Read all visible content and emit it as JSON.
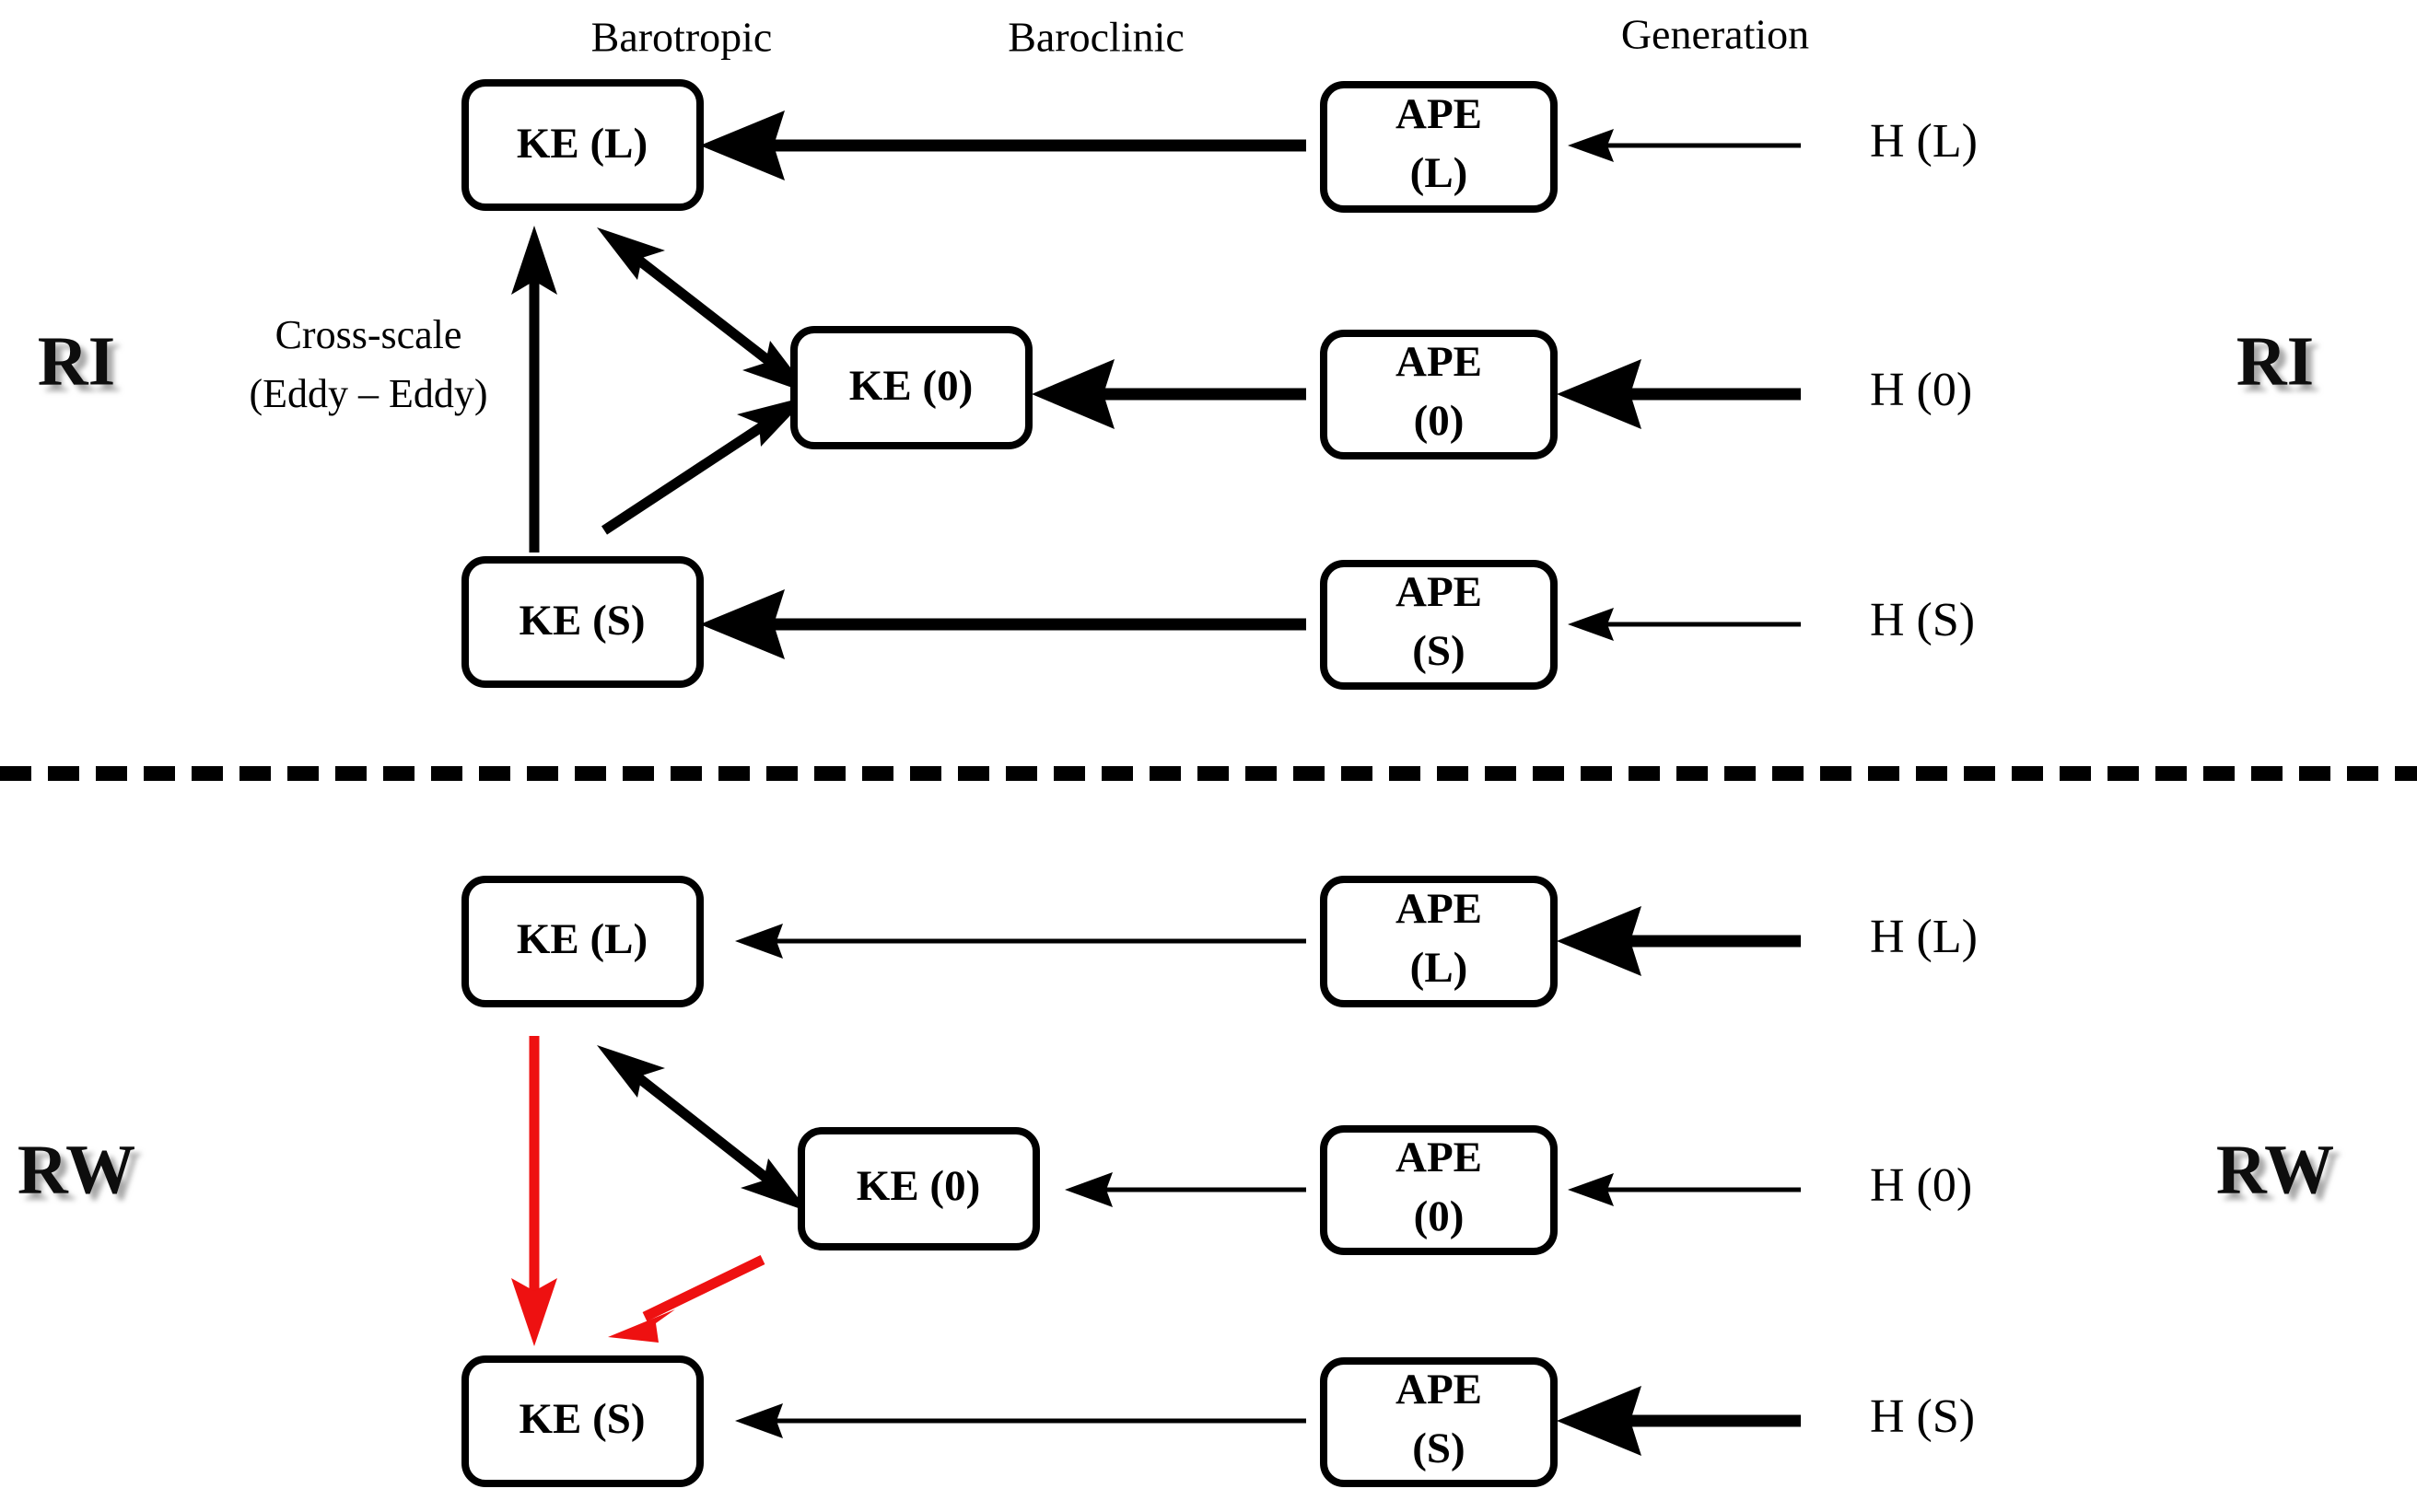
{
  "figure": {
    "background_color": "#ffffff",
    "accent_color": "#ee1111",
    "line_color": "#000000",
    "column_headers": {
      "barotropic": "Barotropic",
      "baroclinic": "Baroclinic",
      "generation": "Generation"
    },
    "annotations": {
      "cross_scale_line1": "Cross-scale",
      "cross_scale_line2": "(Eddy – Eddy)"
    }
  },
  "panels": [
    {
      "id": "ri",
      "regime_label_left": "RI",
      "regime_label_right": "RI",
      "boxes": [
        {
          "id": "ke-l",
          "line1": "KE (L)",
          "line2": ""
        },
        {
          "id": "ke-0",
          "line1": "KE (0)",
          "line2": ""
        },
        {
          "id": "ke-s",
          "line1": "KE (S)",
          "line2": ""
        },
        {
          "id": "ape-l",
          "line1": "APE",
          "line2": "(L)"
        },
        {
          "id": "ape-0",
          "line1": "APE",
          "line2": "(0)"
        },
        {
          "id": "ape-s",
          "line1": "APE",
          "line2": "(S)"
        }
      ],
      "heat_labels": [
        {
          "id": "h-l",
          "text": "H (L)"
        },
        {
          "id": "h-0",
          "text": "H (0)"
        },
        {
          "id": "h-s",
          "text": "H (S)"
        }
      ],
      "flows": [
        {
          "from": "ape-l",
          "to": "ke-l",
          "weight": "thick",
          "color": "#000000",
          "kind": "baroclinic"
        },
        {
          "from": "ape-0",
          "to": "ke-0",
          "weight": "thick",
          "color": "#000000",
          "kind": "baroclinic"
        },
        {
          "from": "ape-s",
          "to": "ke-s",
          "weight": "thick",
          "color": "#000000",
          "kind": "baroclinic"
        },
        {
          "from": "h-l",
          "to": "ape-l",
          "weight": "thin",
          "color": "#000000",
          "kind": "generation"
        },
        {
          "from": "h-0",
          "to": "ape-0",
          "weight": "thick",
          "color": "#000000",
          "kind": "generation"
        },
        {
          "from": "h-s",
          "to": "ape-s",
          "weight": "thin",
          "color": "#000000",
          "kind": "generation"
        },
        {
          "from": "ke-s",
          "to": "ke-l",
          "weight": "medium",
          "color": "#000000",
          "kind": "barotropic"
        },
        {
          "from": "ke-l",
          "to": "ke-0",
          "weight": "medium",
          "color": "#000000",
          "kind": "cross-scale",
          "bidirectional": true
        },
        {
          "from": "ke-s",
          "to": "ke-0",
          "weight": "medium",
          "color": "#000000",
          "kind": "cross-scale"
        }
      ]
    },
    {
      "id": "rw",
      "regime_label_left": "RW",
      "regime_label_right": "RW",
      "boxes": [
        {
          "id": "ke-l",
          "line1": "KE (L)",
          "line2": ""
        },
        {
          "id": "ke-0",
          "line1": "KE (0)",
          "line2": ""
        },
        {
          "id": "ke-s",
          "line1": "KE (S)",
          "line2": ""
        },
        {
          "id": "ape-l",
          "line1": "APE",
          "line2": "(L)"
        },
        {
          "id": "ape-0",
          "line1": "APE",
          "line2": "(0)"
        },
        {
          "id": "ape-s",
          "line1": "APE",
          "line2": "(S)"
        }
      ],
      "heat_labels": [
        {
          "id": "h-l",
          "text": "H (L)"
        },
        {
          "id": "h-0",
          "text": "H (0)"
        },
        {
          "id": "h-s",
          "text": "H (S)"
        }
      ],
      "flows": [
        {
          "from": "ape-l",
          "to": "ke-l",
          "weight": "thin",
          "color": "#000000",
          "kind": "baroclinic"
        },
        {
          "from": "ape-0",
          "to": "ke-0",
          "weight": "thin",
          "color": "#000000",
          "kind": "baroclinic"
        },
        {
          "from": "ape-s",
          "to": "ke-s",
          "weight": "thin",
          "color": "#000000",
          "kind": "baroclinic"
        },
        {
          "from": "h-l",
          "to": "ape-l",
          "weight": "thick",
          "color": "#000000",
          "kind": "generation"
        },
        {
          "from": "h-0",
          "to": "ape-0",
          "weight": "thin",
          "color": "#000000",
          "kind": "generation"
        },
        {
          "from": "h-s",
          "to": "ape-s",
          "weight": "thick",
          "color": "#000000",
          "kind": "generation"
        },
        {
          "from": "ke-l",
          "to": "ke-s",
          "weight": "medium",
          "color": "#ee1111",
          "kind": "cross-scale"
        },
        {
          "from": "ke-l",
          "to": "ke-0",
          "weight": "medium",
          "color": "#000000",
          "kind": "cross-scale",
          "bidirectional": true
        },
        {
          "from": "ke-0",
          "to": "ke-s",
          "weight": "medium",
          "color": "#ee1111",
          "kind": "cross-scale"
        }
      ]
    }
  ],
  "divider": {
    "style": "dashed",
    "color": "#000000"
  }
}
